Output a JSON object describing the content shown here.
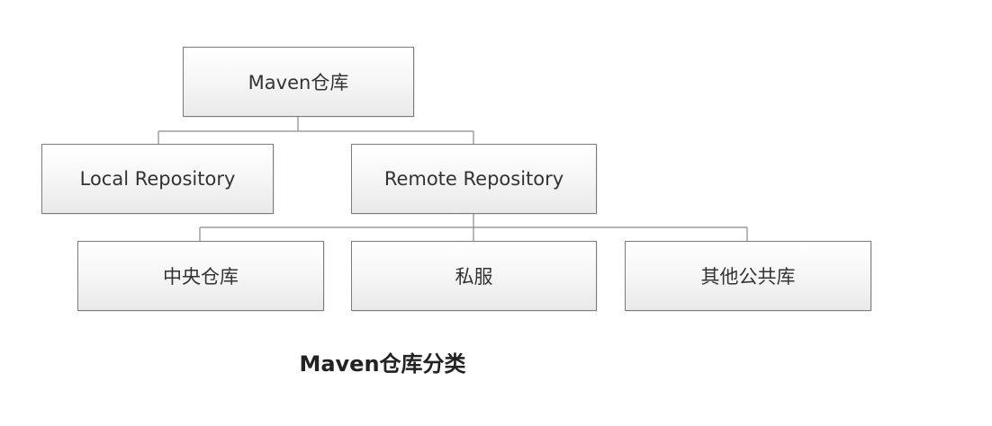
{
  "diagram": {
    "root": {
      "label": "Maven仓库"
    },
    "local": {
      "label": "Local Repository"
    },
    "remote": {
      "label": "Remote Repository"
    },
    "remote_children": [
      {
        "label": "中央仓库"
      },
      {
        "label": "私服"
      },
      {
        "label": "其他公共库"
      }
    ],
    "caption": "Maven仓库分类"
  },
  "colors": {
    "box_border": "#7b7b7b",
    "connector": "#8a8a8a",
    "text": "#333333"
  }
}
